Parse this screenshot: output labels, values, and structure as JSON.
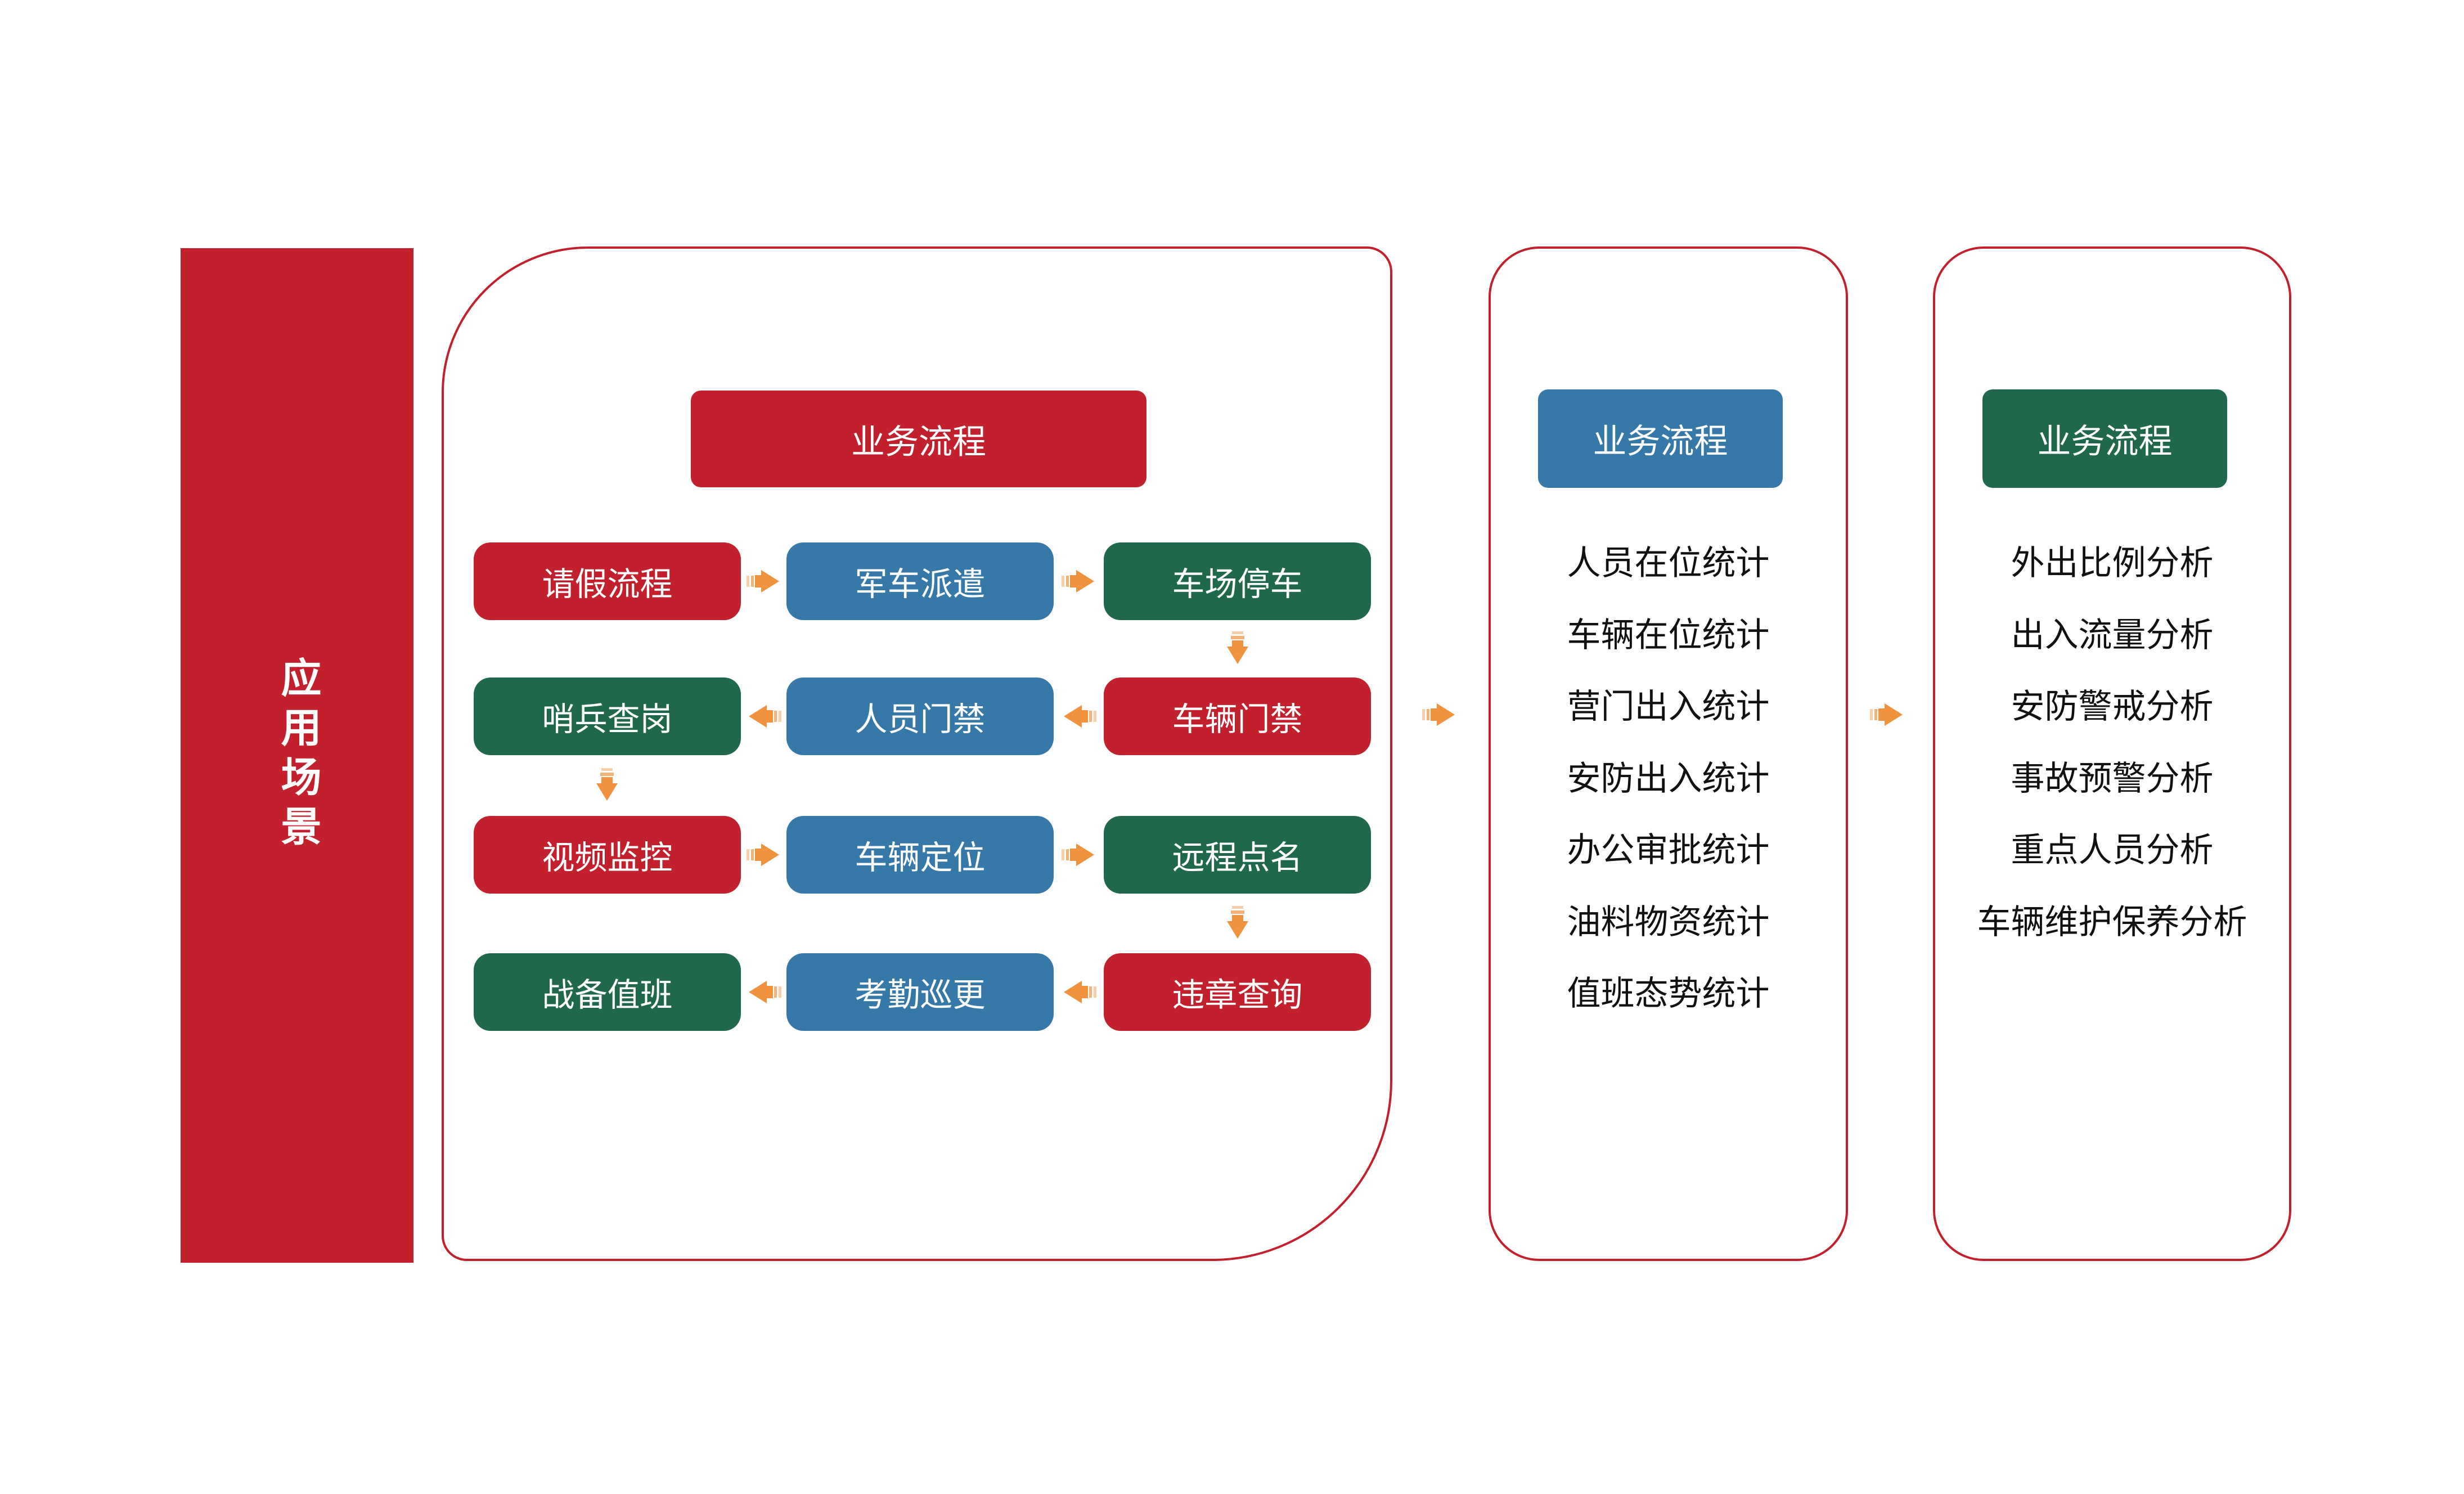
{
  "colors": {
    "red": "#C2202C",
    "blue": "#3678A8",
    "green": "#20684C",
    "orange": "#F0923E",
    "panel_border": "#C2202C"
  },
  "sidebar": {
    "label": "应用场景"
  },
  "flow_panel": {
    "header": {
      "label": "业务流程",
      "color": "red"
    },
    "rows": [
      {
        "arrow_direction": "right",
        "cells": [
          {
            "label": "请假流程",
            "color": "red"
          },
          {
            "label": "军车派遣",
            "color": "blue"
          },
          {
            "label": "车场停车",
            "color": "green"
          }
        ]
      },
      {
        "arrow_direction": "left",
        "cells": [
          {
            "label": "哨兵查岗",
            "color": "green"
          },
          {
            "label": "人员门禁",
            "color": "blue"
          },
          {
            "label": "车辆门禁",
            "color": "red"
          }
        ]
      },
      {
        "arrow_direction": "right",
        "cells": [
          {
            "label": "视频监控",
            "color": "red"
          },
          {
            "label": "车辆定位",
            "color": "blue"
          },
          {
            "label": "远程点名",
            "color": "green"
          }
        ]
      },
      {
        "arrow_direction": "left",
        "cells": [
          {
            "label": "战备值班",
            "color": "blue_note_actual_green",
            "color_fix": "green",
            "color_value": "green",
            "color2": "green",
            "colorx": "green",
            "label_color": "green"
          },
          {
            "label": "考勤巡更",
            "color": "blue"
          },
          {
            "label": "违章查询",
            "color": "red"
          }
        ]
      }
    ]
  },
  "stats_panel": {
    "header": {
      "label": "业务流程",
      "color": "blue"
    },
    "items": [
      "人员在位统计",
      "车辆在位统计",
      "营门出入统计",
      "安防出入统计",
      "办公审批统计",
      "油料物资统计",
      "值班态势统计"
    ]
  },
  "analysis_panel": {
    "header": {
      "label": "业务流程",
      "color": "green"
    },
    "items": [
      "外出比例分析",
      "出入流量分析",
      "安防警戒分析",
      "事故预警分析",
      "重点人员分析",
      "车辆维护保养分析"
    ]
  }
}
